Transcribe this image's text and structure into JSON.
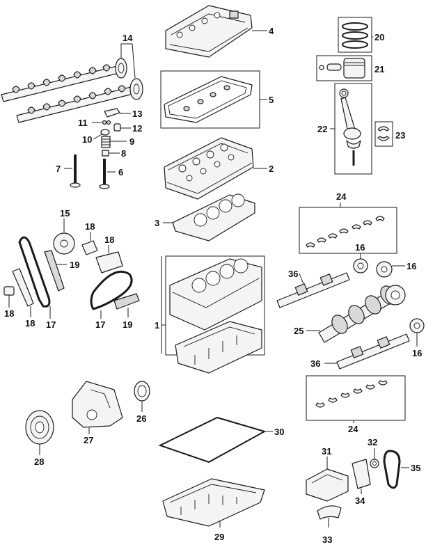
{
  "callouts": {
    "c1": "1",
    "c2": "2",
    "c3": "3",
    "c4": "4",
    "c5": "5",
    "c6": "6",
    "c7": "7",
    "c8": "8",
    "c9": "9",
    "c10": "10",
    "c11": "11",
    "c12": "12",
    "c13": "13",
    "c14": "14",
    "c15": "15",
    "c16a": "16",
    "c16b": "16",
    "c16c": "16",
    "c17a": "17",
    "c17b": "17",
    "c18a": "18",
    "c18b": "18",
    "c18c": "18",
    "c18d": "18",
    "c19a": "19",
    "c19b": "19",
    "c20": "20",
    "c21": "21",
    "c22": "22",
    "c23": "23",
    "c24a": "24",
    "c24b": "24",
    "c25": "25",
    "c26": "26",
    "c27": "27",
    "c28": "28",
    "c29": "29",
    "c30": "30",
    "c31": "31",
    "c32": "32",
    "c33": "33",
    "c34": "34",
    "c35": "35",
    "c36a": "36",
    "c36b": "36"
  }
}
